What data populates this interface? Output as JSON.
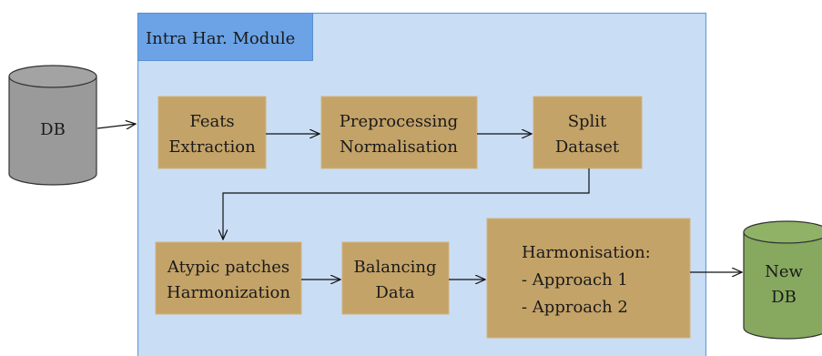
{
  "module": {
    "title": "Intra Har. Module"
  },
  "input_db": {
    "label": "DB"
  },
  "output_db": {
    "line1": "New",
    "line2": "DB"
  },
  "steps": {
    "feats": {
      "line1": "Feats",
      "line2": "Extraction"
    },
    "preproc": {
      "line1": "Preprocessing",
      "line2": "Normalisation"
    },
    "split": {
      "line1": "Split",
      "line2": "Dataset"
    },
    "atypic": {
      "line1": "Atypic patches",
      "line2": "Harmonization"
    },
    "balance": {
      "line1": "Balancing",
      "line2": "Data"
    },
    "harm": {
      "line1": "Harmonisation:",
      "line2": "- Approach 1",
      "line3": "- Approach 2"
    }
  },
  "colors": {
    "module_fill": "#c9ddf5",
    "module_border": "#6a9edb",
    "module_title_fill": "#6ba3e6",
    "step_fill": "#c4a368",
    "step_border": "#d2b37a",
    "db_input": "#9a9a9a",
    "db_output": "#86a95f"
  }
}
